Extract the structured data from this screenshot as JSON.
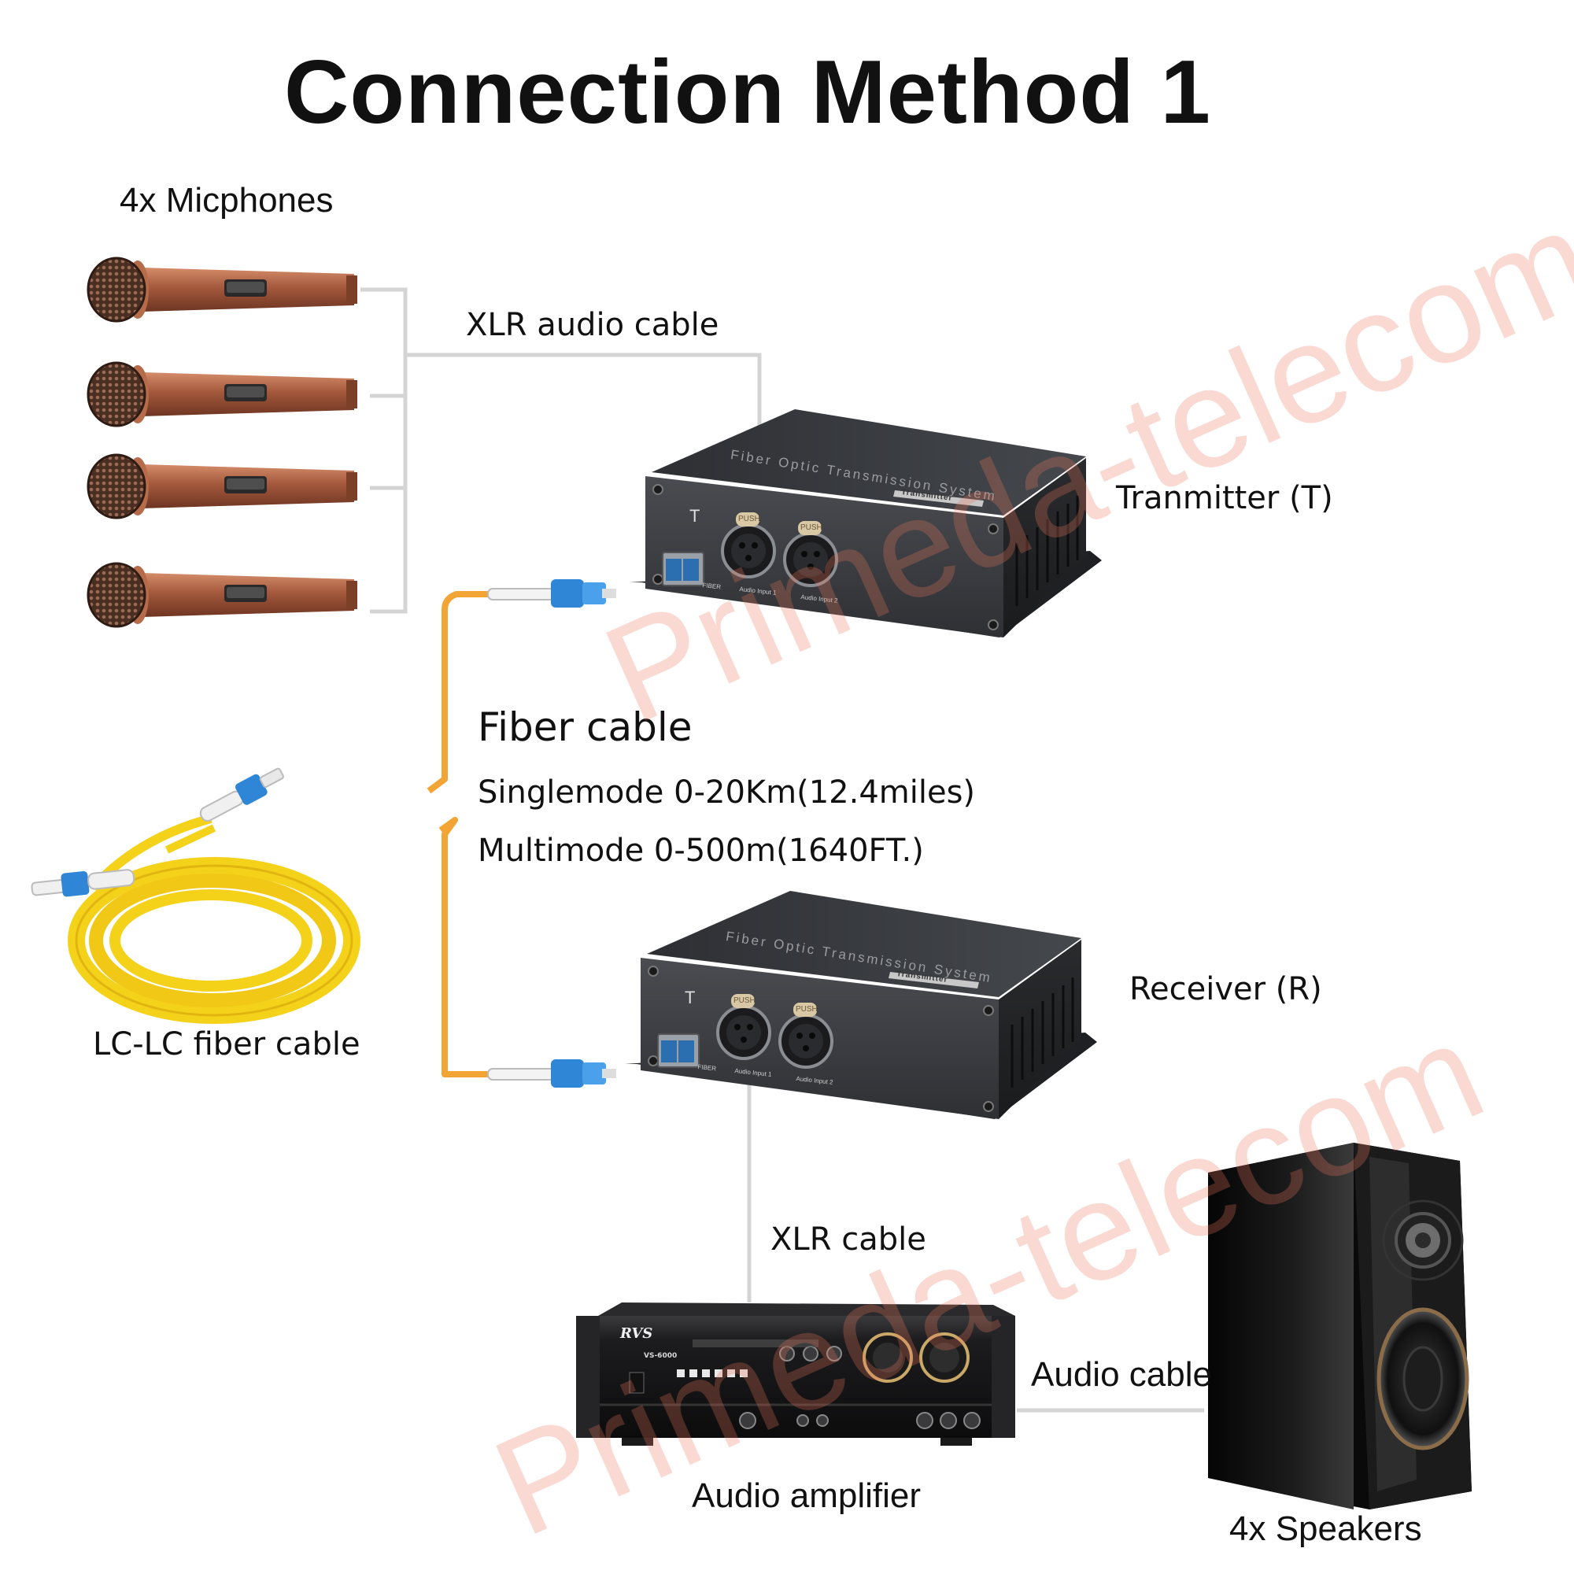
{
  "title": "Connection Method 1",
  "labels": {
    "microphones": "4x Micphones",
    "xlr_audio_cable": "XLR audio cable",
    "transmitter": "Tranmitter (T)",
    "fiber_cable": "Fiber cable",
    "singlemode": "Singlemode 0-20Km(12.4miles)",
    "multimode": "Multimode 0-500m(1640FT.)",
    "lc_cable": "LC-LC fiber cable",
    "receiver": "Receiver (R)",
    "xlr_cable": "XLR cable",
    "audio_cable": "Audio cable",
    "amplifier": "Audio amplifier",
    "speakers": "4x Speakers"
  },
  "device_text": {
    "system_name": "Fiber Optic Transmission System",
    "badge": "Transmitter",
    "t_mark": "T",
    "push": "PUSH",
    "fiber_port": "FIBER",
    "audio_input_1": "Audio Input 1",
    "audio_input_2": "Audio Input 2"
  },
  "amplifier_text": {
    "brand": "RVS",
    "model": "VS-6000"
  },
  "watermark": "Primeda-telecom",
  "colors": {
    "fiber_orange": "#f2a534",
    "cable_gray": "#d4d4d4",
    "device_body": "#3a3c40",
    "lc_blue": "#2f86d6",
    "fiber_yellow": "#f5d21a",
    "mic_copper": "#a0583c",
    "watermark": "#e8785a"
  }
}
